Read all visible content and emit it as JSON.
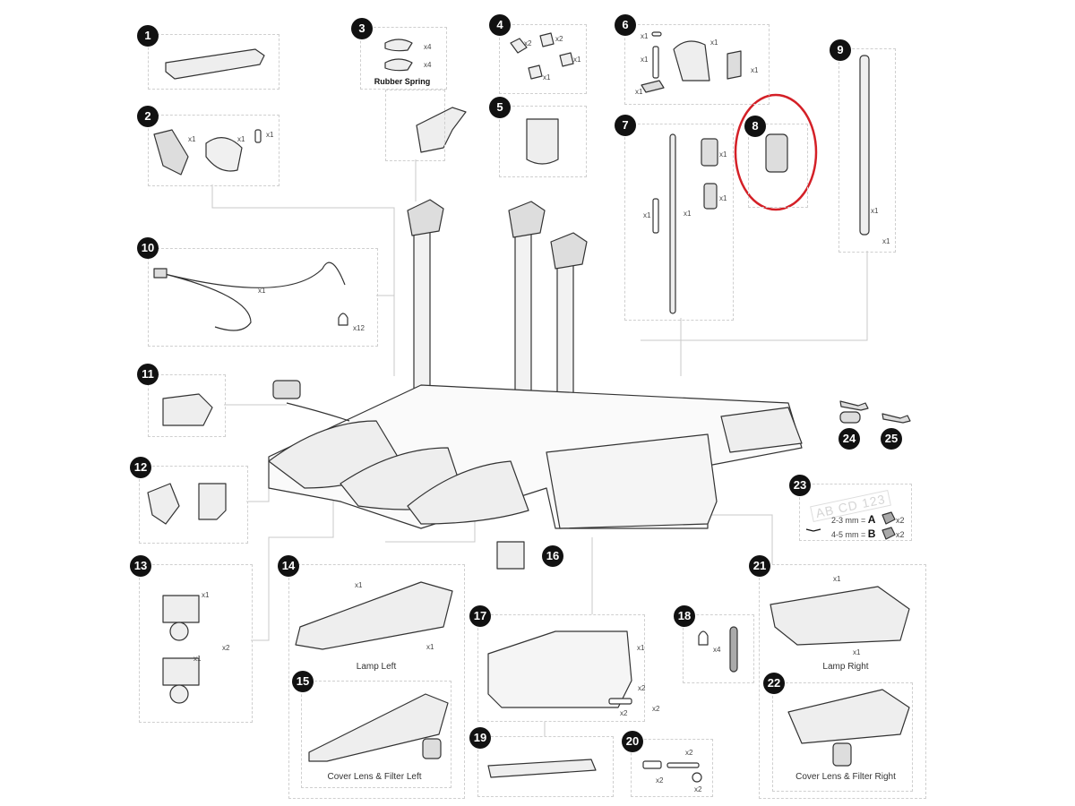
{
  "callouts": [
    "1",
    "2",
    "3",
    "4",
    "5",
    "6",
    "7",
    "8",
    "9",
    "10",
    "11",
    "12",
    "13",
    "14",
    "15",
    "16",
    "17",
    "18",
    "19",
    "20",
    "21",
    "22",
    "23",
    "24",
    "25"
  ],
  "parts": {
    "p2": {
      "qty": [
        "x1",
        "x1",
        "x1"
      ]
    },
    "p3": {
      "qty": [
        "x4",
        "x4"
      ],
      "label": "Rubber Spring"
    },
    "p4": {
      "qty": [
        "x2",
        "x2",
        "x1",
        "x1"
      ]
    },
    "p6": {
      "qty": [
        "x1",
        "x1",
        "x1",
        "x1",
        "x1"
      ]
    },
    "p7": {
      "qty": [
        "x1",
        "x1",
        "x1",
        "x1"
      ]
    },
    "p9": {
      "qty": [
        "x1",
        "x1"
      ]
    },
    "p10": {
      "qty": [
        "x1",
        "x12"
      ]
    },
    "p13": {
      "qty": [
        "x1",
        "x2",
        "x1"
      ]
    },
    "p14": {
      "qty": [
        "x1",
        "x1"
      ],
      "label": "Lamp Left"
    },
    "p15": {
      "label": "Cover Lens & Filter Left"
    },
    "p17": {
      "qty": [
        "x1",
        "x2",
        "x2",
        "x2"
      ]
    },
    "p18": {
      "qty": [
        "x4"
      ]
    },
    "p20": {
      "qty": [
        "x2",
        "x2",
        "x2"
      ]
    },
    "p21": {
      "qty": [
        "x1",
        "x1"
      ],
      "label": "Lamp Right"
    },
    "p22": {
      "label": "Cover Lens & Filter Right"
    },
    "p23": {
      "plate": "AB CD 123",
      "row1": "2-3 mm =",
      "row1_code": "A",
      "row1_qty": "x2",
      "row2": "4-5 mm =",
      "row2_code": "B",
      "row2_qty": "x2"
    }
  },
  "highlight": {
    "part": "8",
    "color": "#d42027"
  }
}
